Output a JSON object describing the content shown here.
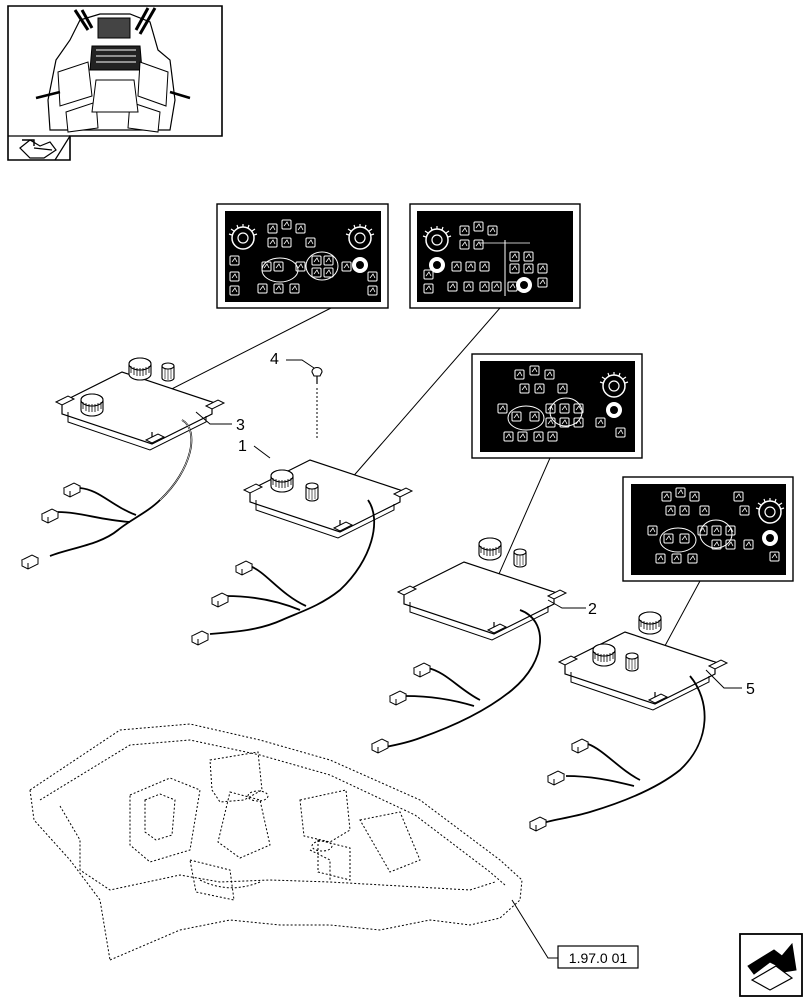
{
  "callouts": {
    "item_1": "1",
    "item_2": "2",
    "item_3": "3",
    "item_4": "4",
    "item_5": "5"
  },
  "reference_box": {
    "label": "1.97.0 01"
  },
  "icons": {
    "thumbnail": "tractor-cab-thumbnail-icon",
    "section_tab": "pointing-hand-icon",
    "nav": "navigation-arrow-icon"
  },
  "colors": {
    "line": "#000000",
    "panel_fill": "#000000",
    "panel_graphics": "#ffffff"
  }
}
